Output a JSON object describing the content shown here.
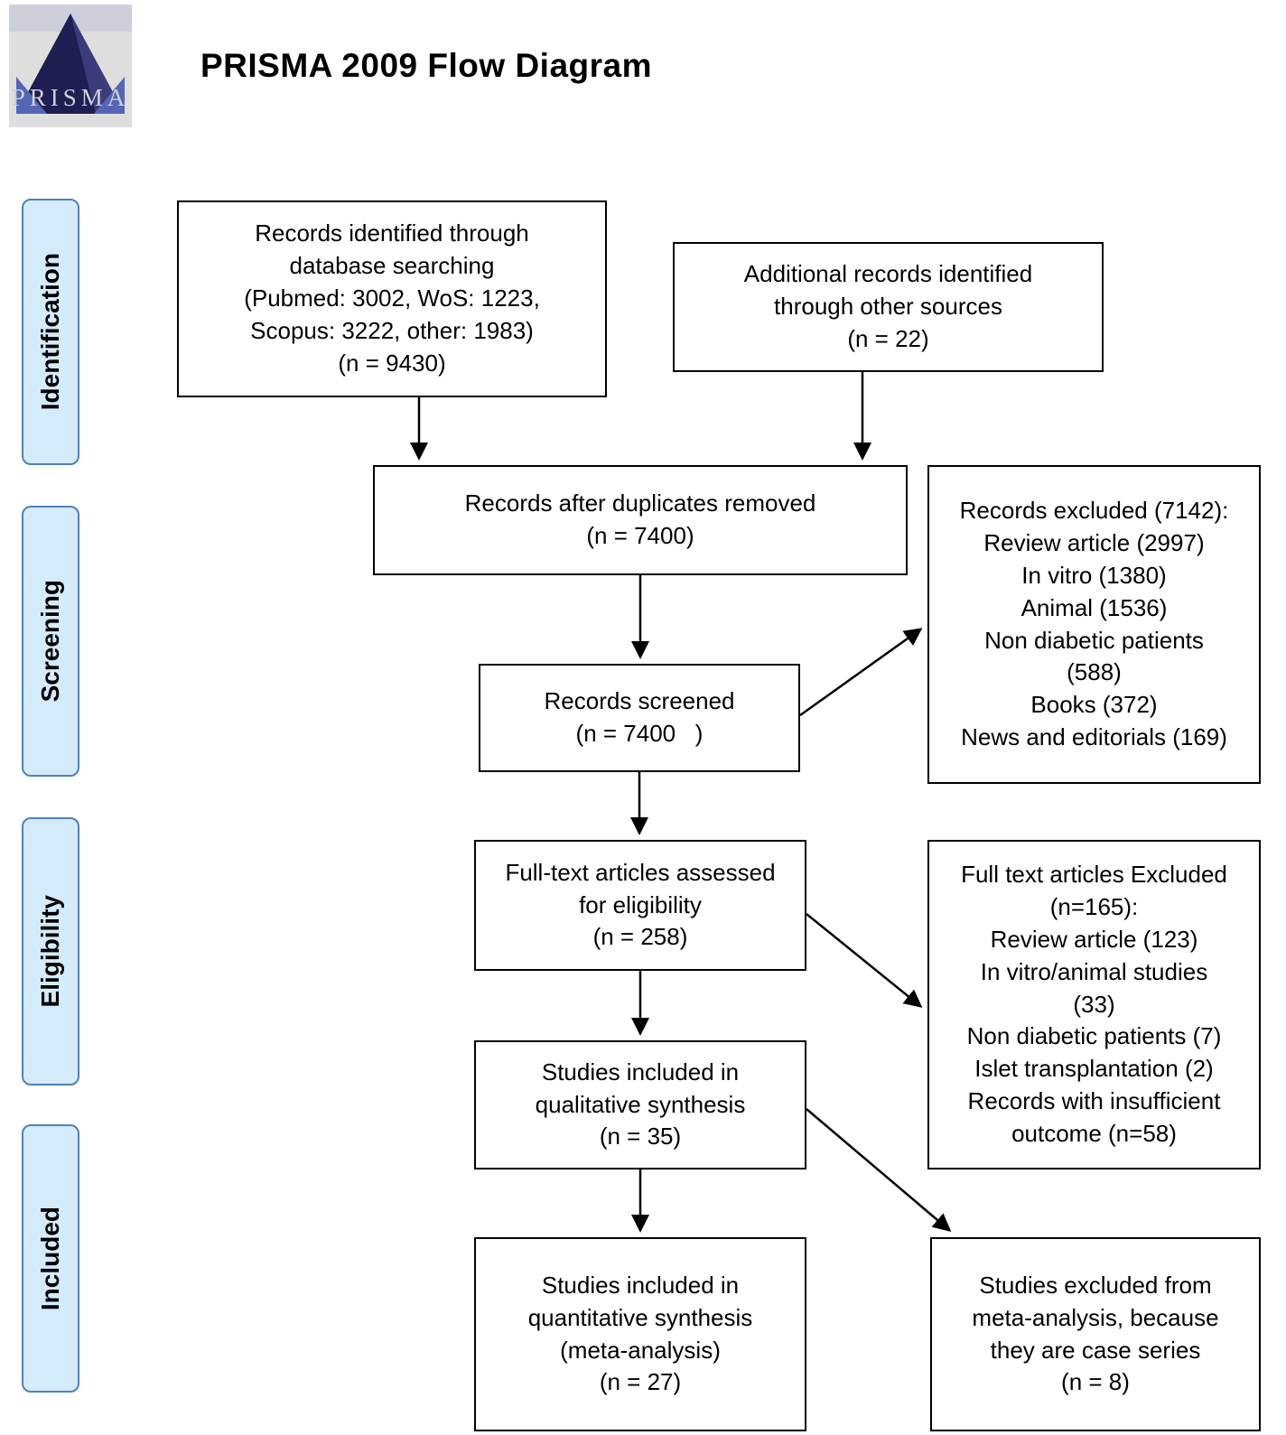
{
  "header": {
    "title": "PRISMA 2009 Flow Diagram",
    "logo_text": "PRISMA"
  },
  "stages": [
    {
      "label": "Identification"
    },
    {
      "label": "Screening"
    },
    {
      "label": "Eligibility"
    },
    {
      "label": "Included"
    }
  ],
  "boxes": {
    "identified": "Records identified through\ndatabase searching\n(Pubmed: 3002, WoS: 1223,\nScopus: 3222, other: 1983)\n(n = 9430)",
    "additional": "Additional records identified\nthrough other sources\n(n = 22)",
    "duplicates_removed": "Records after duplicates removed\n(n = 7400)",
    "records_excluded": "Records excluded (7142):\nReview article (2997)\nIn vitro (1380)\nAnimal (1536)\nNon diabetic patients\n(588)\nBooks (372)\nNews and editorials (169)",
    "screened": "Records screened\n(n = 7400   )",
    "fulltext_assessed": "Full-text articles assessed\nfor eligibility\n(n = 258)",
    "fulltext_excluded": "Full text articles Excluded\n(n=165):\nReview article (123)\nIn vitro/animal studies\n(33)\nNon diabetic patients (7)\nIslet transplantation (2)\nRecords with insufficient\noutcome (n=58)",
    "qualitative": "Studies included in\nqualitative synthesis\n(n = 35)",
    "quantitative": "Studies included in\nquantitative synthesis\n(meta-analysis)\n(n = 27)",
    "excluded_meta": "Studies excluded from\nmeta-analysis, because\nthey are case series\n(n = 8)"
  },
  "colors": {
    "stage_fill": "#d3ebfa",
    "stage_border": "#4f81bd",
    "box_border": "#000000",
    "logo_navy": "#1e1e52",
    "logo_blue": "#5565b5"
  }
}
